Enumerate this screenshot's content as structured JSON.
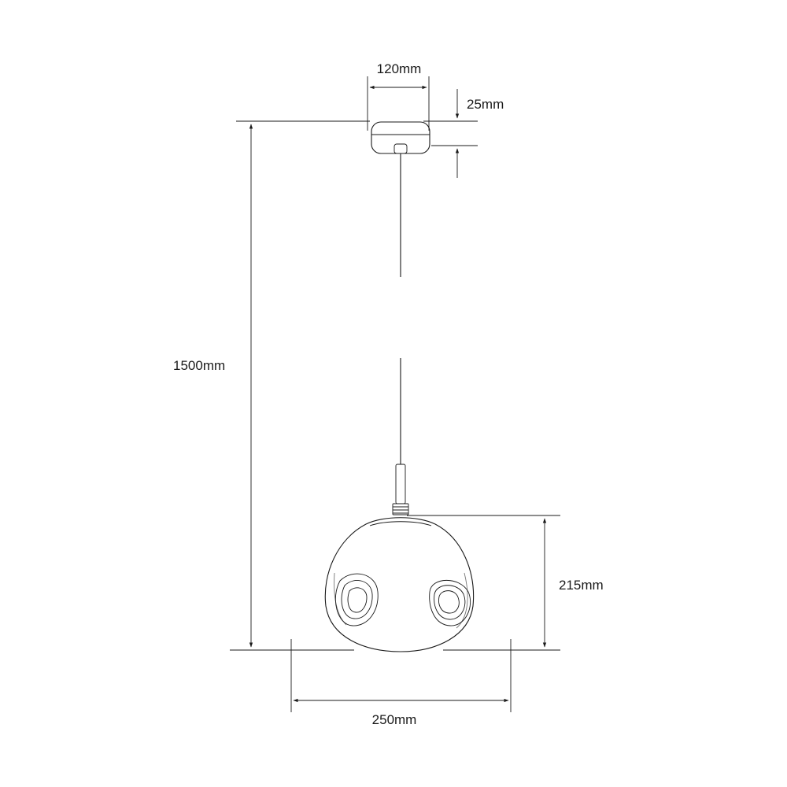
{
  "dimensions": {
    "canopy_width": "120mm",
    "canopy_height": "25mm",
    "overall_drop": "1500mm",
    "shade_height": "215mm",
    "shade_width": "250mm"
  },
  "colors": {
    "ink": "#1a1a1a",
    "background": "#ffffff"
  }
}
